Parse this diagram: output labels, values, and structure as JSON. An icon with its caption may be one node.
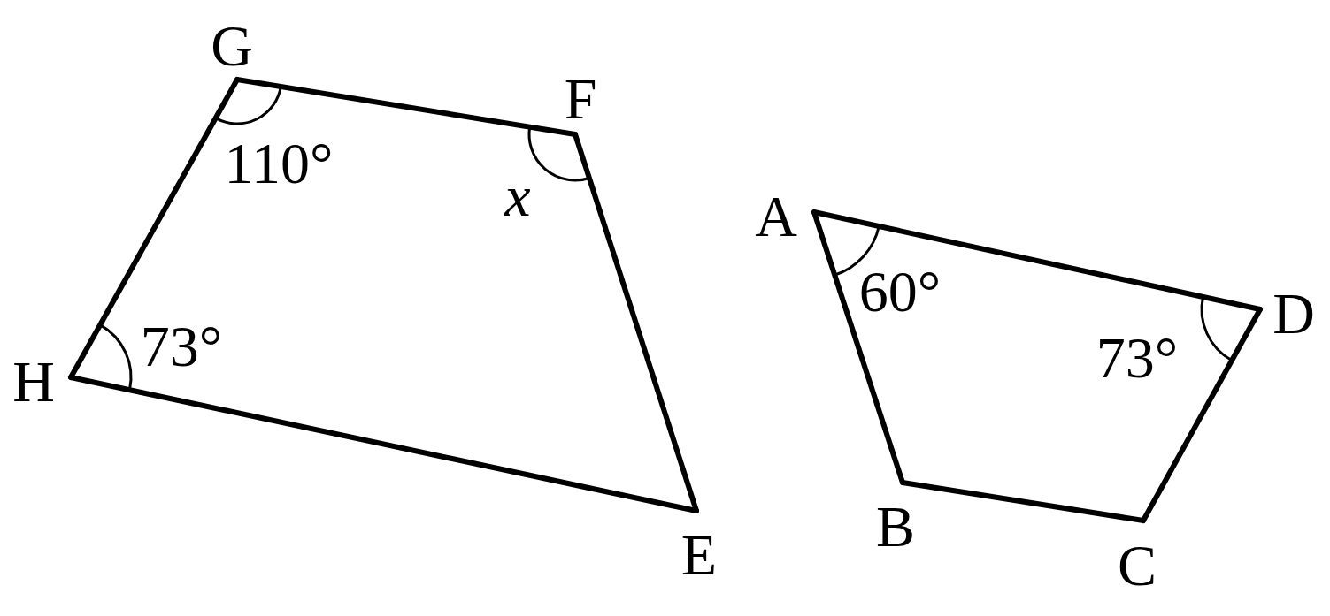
{
  "diagram": {
    "nodes": [
      {
        "text": [
          "G"
        ]
      },
      {
        "text": [
          "F"
        ]
      },
      {
        "text": [
          "E"
        ]
      },
      {
        "text": [
          "H"
        ]
      },
      {
        "text": [
          "A"
        ]
      },
      {
        "text": [
          "B"
        ]
      },
      {
        "text": [
          "C"
        ]
      },
      {
        "text": [
          "D"
        ]
      }
    ],
    "edges": [
      {
        "from": 0,
        "to": 1,
        "arrow": "none"
      },
      {
        "from": 1,
        "to": 2,
        "arrow": "none"
      },
      {
        "from": 2,
        "to": 3,
        "arrow": "none"
      },
      {
        "from": 3,
        "to": 0,
        "arrow": "none"
      },
      {
        "from": 4,
        "to": 5,
        "arrow": "none"
      },
      {
        "from": 5,
        "to": 6,
        "arrow": "none"
      },
      {
        "from": 6,
        "to": 7,
        "arrow": "none"
      },
      {
        "from": 7,
        "to": 4,
        "arrow": "none"
      }
    ],
    "labels": [
      "110°",
      "x",
      "60°",
      "73°",
      "73°"
    ]
  }
}
